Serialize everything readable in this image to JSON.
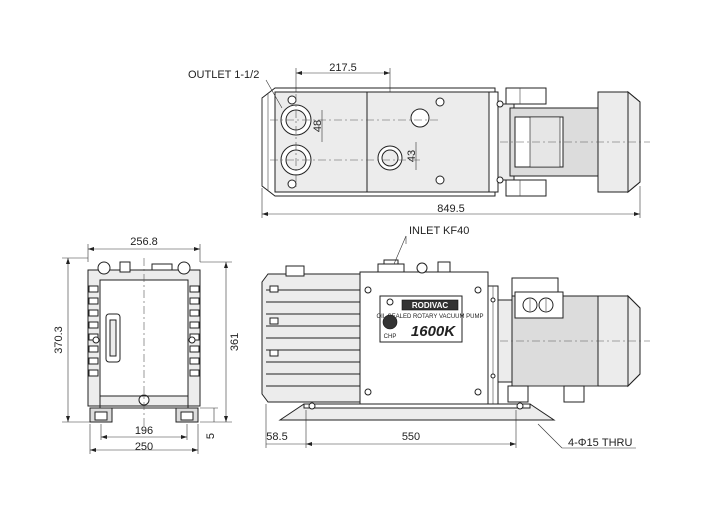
{
  "labels": {
    "outlet": "OUTLET 1-1/2",
    "inlet": "INLET KF40",
    "thru": "4-Φ15 THRU"
  },
  "dimensions": {
    "top_outlet_offset": "217.5",
    "top_port_48": "48",
    "top_port_43": "43",
    "overall_length": "849.5",
    "end_width": "256.8",
    "end_height_total": "370.3",
    "end_height_inlet": "361",
    "end_base_inner": "196",
    "end_base_outer": "250",
    "end_base_gap": "5",
    "side_base_offset": "58.5",
    "side_base_span": "550"
  },
  "nameplate": {
    "brand": "RODIVAC",
    "subtitle": "OIL SEALED ROTARY VACUUM PUMP",
    "logo": "CHP",
    "model": "1600K"
  },
  "colors": {
    "line": "#222222",
    "casing_fill": "#dcdcdc",
    "light_fill": "#ececec",
    "background": "#ffffff"
  }
}
